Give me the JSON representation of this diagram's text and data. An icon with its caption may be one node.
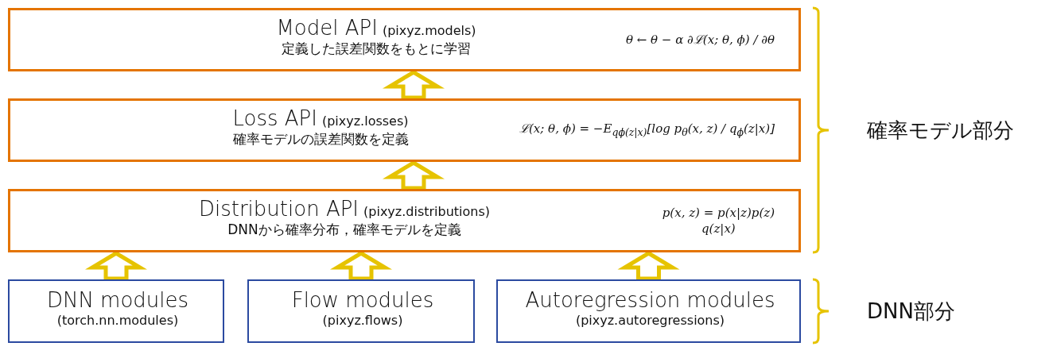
{
  "diagram": {
    "nodes": [
      {
        "text": [
          "Model API",
          "(pixyz.models)",
          "定義した誤差関数をもとに学習",
          "θ ← θ − α ∂ℒ(x; θ, ϕ) / ∂θ"
        ]
      },
      {
        "text": [
          "Loss API",
          "(pixyz.losses)",
          "確率モデルの誤差関数を定義",
          "ℒ(x; θ, ϕ) = −E$_{qϕ(z|x)}$[log p$_{θ}$(x, z) / q$_{ϕ}$(z|x)]"
        ]
      },
      {
        "text": [
          "Distribution API",
          "(pixyz.distributions)",
          "DNNから確率分布，確率モデルを定義",
          "p(x, z) = p(x|z)p(z)",
          "q(z|x)"
        ]
      },
      {
        "text": [
          "DNN modules",
          "(torch.nn.modules)"
        ]
      },
      {
        "text": [
          "Flow modules",
          "(pixyz.flows)"
        ]
      },
      {
        "text": [
          "Autoregression modules",
          "(pixyz.autoregressions)"
        ]
      }
    ],
    "edges": [
      {
        "from": 3,
        "to": 2,
        "arrow": "to"
      },
      {
        "from": 4,
        "to": 2,
        "arrow": "to"
      },
      {
        "from": 5,
        "to": 2,
        "arrow": "to"
      },
      {
        "from": 2,
        "to": 1,
        "arrow": "to"
      },
      {
        "from": 1,
        "to": 0,
        "arrow": "to"
      }
    ],
    "labels": [
      "確率モデル部分",
      "DNN部分"
    ]
  }
}
